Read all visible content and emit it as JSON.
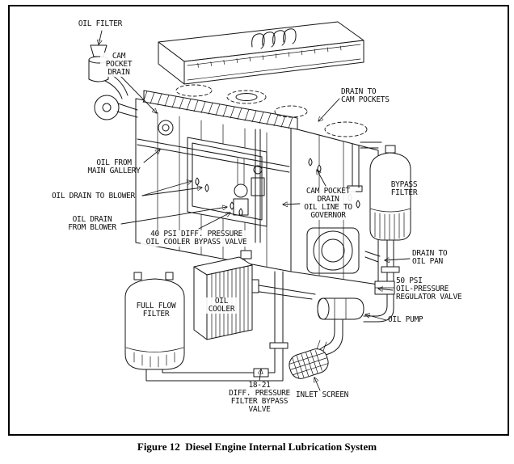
{
  "figure": {
    "caption": "Figure 12  Diesel Engine Internal Lubrication System"
  },
  "labels": {
    "oil_filter": "OIL FILTER",
    "cam_pocket_drain": "CAM\nPOCKET\nDRAIN",
    "drain_to_cam_pockets": "DRAIN TO\nCAM POCKETS",
    "oil_from_main_gallery": "OIL FROM\nMAIN GALLERY",
    "bypass_filter": "BYPASS\nFILTER",
    "oil_drain_to_blower": "OIL DRAIN TO BLOWER",
    "cam_pocket_drain_oil_line": "CAM POCKET\nDRAIN\nOIL LINE TO\nGOVERNOR",
    "oil_drain_from_blower": "OIL DRAIN\nFROM BLOWER",
    "oil_cooler_bypass_valve": "40 PSI DIFF. PRESSURE\nOIL COOLER BYPASS VALVE",
    "drain_to_oil_pan": "DRAIN TO\nOIL PAN",
    "oil_pressure_regulator_valve": "50 PSI\nOIL-PRESSURE\nREGULATOR VALVE",
    "full_flow_filter": "FULL FLOW\nFILTER",
    "oil_cooler": "OIL\nCOOLER",
    "oil_pump": "OIL PUMP",
    "filter_bypass_valve": "18-21\nDIFF. PRESSURE\nFILTER BYPASS\nVALVE",
    "inlet_screen": "INLET SCREEN"
  },
  "colors": {
    "ink": "#151515",
    "paper": "#ffffff"
  }
}
